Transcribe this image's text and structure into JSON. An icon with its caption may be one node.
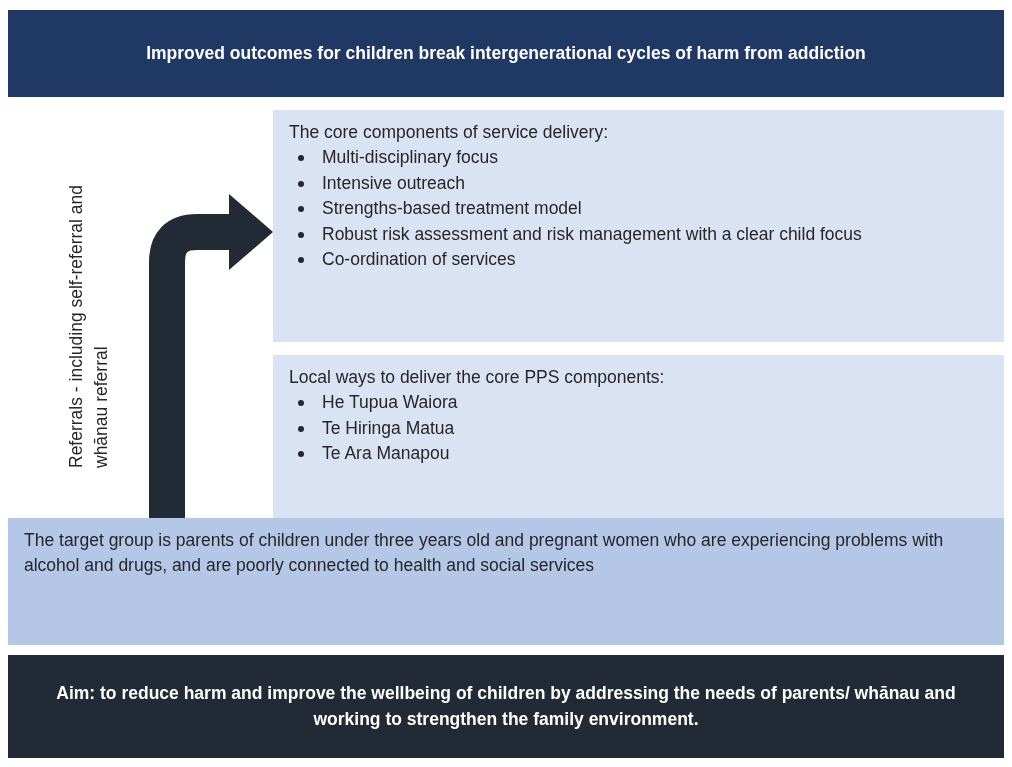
{
  "diagram": {
    "nodes": [
      {
        "text": [
          "Improved outcomes for children break intergenerational cycles of harm from addiction"
        ]
      },
      {
        "text": [
          "The core components of service delivery:",
          "Multi-disciplinary focus",
          "Intensive outreach",
          "Strengths-based treatment model",
          "Robust risk assessment and risk management with a clear child focus",
          "Co-ordination of services"
        ]
      },
      {
        "text": [
          "Local ways to deliver the core PPS components:",
          "He Tupua Waiora",
          "Te Hiringa Matua",
          "Te Ara Manapou"
        ]
      },
      {
        "text": [
          "The target group is parents of children under three years old and pregnant women who are experiencing problems with alcohol and drugs, and are poorly connected to health and social services"
        ]
      },
      {
        "text": [
          "Aim: to reduce harm and improve the wellbeing of children by addressing the needs of parents/ whānau  and working to strengthen the family environment."
        ]
      }
    ],
    "edges": [
      {
        "from": 3,
        "to": 1,
        "arrow": "to",
        "label": "Referrals - including self-referral and whānau referral"
      }
    ]
  }
}
